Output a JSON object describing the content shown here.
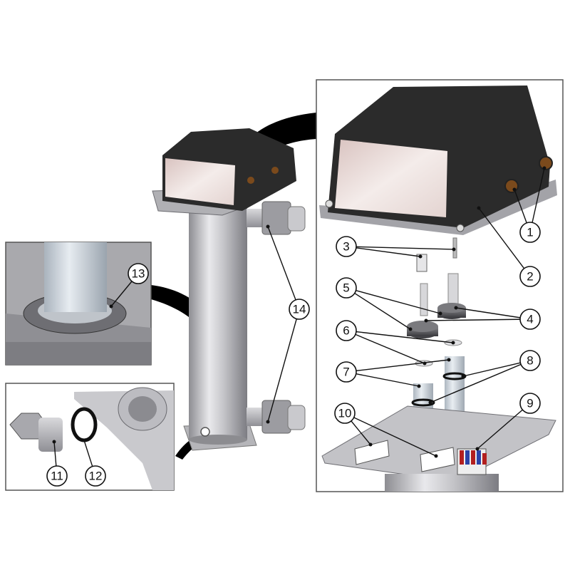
{
  "callouts": [
    {
      "id": "1",
      "label": "1"
    },
    {
      "id": "2",
      "label": "2"
    },
    {
      "id": "3",
      "label": "3"
    },
    {
      "id": "4",
      "label": "4"
    },
    {
      "id": "5",
      "label": "5"
    },
    {
      "id": "6",
      "label": "6"
    },
    {
      "id": "7",
      "label": "7"
    },
    {
      "id": "8",
      "label": "8"
    },
    {
      "id": "9",
      "label": "9"
    },
    {
      "id": "10",
      "label": "10"
    },
    {
      "id": "11",
      "label": "11"
    },
    {
      "id": "12",
      "label": "12"
    },
    {
      "id": "13",
      "label": "13"
    },
    {
      "id": "14",
      "label": "14"
    }
  ],
  "colors": {
    "housing": "#2b2b2b",
    "housing_face": "#e6d7d4",
    "steel": "#b9b9bd",
    "panel_border": "#555555"
  }
}
